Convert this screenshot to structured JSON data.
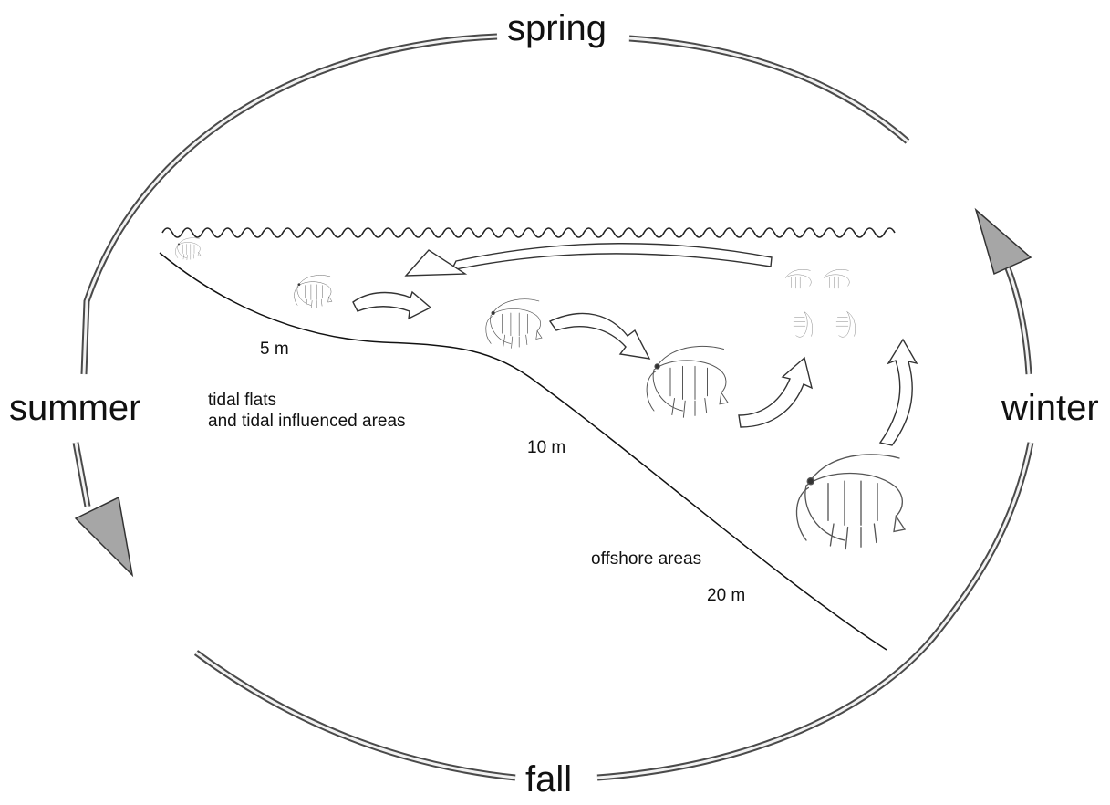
{
  "seasons": {
    "spring": "spring",
    "summer": "summer",
    "fall": "fall",
    "winter": "winter"
  },
  "depths": {
    "d5": "5 m",
    "d10": "10 m",
    "d20": "20 m"
  },
  "areas": {
    "tidal_line1": "tidal flats",
    "tidal_line2": "and tidal influenced areas",
    "offshore": "offshore areas"
  },
  "colors": {
    "ring": "#8c8c8c",
    "arrowhead": "#a6a6a6",
    "ink": "#111111",
    "shrimp": "#555555"
  }
}
